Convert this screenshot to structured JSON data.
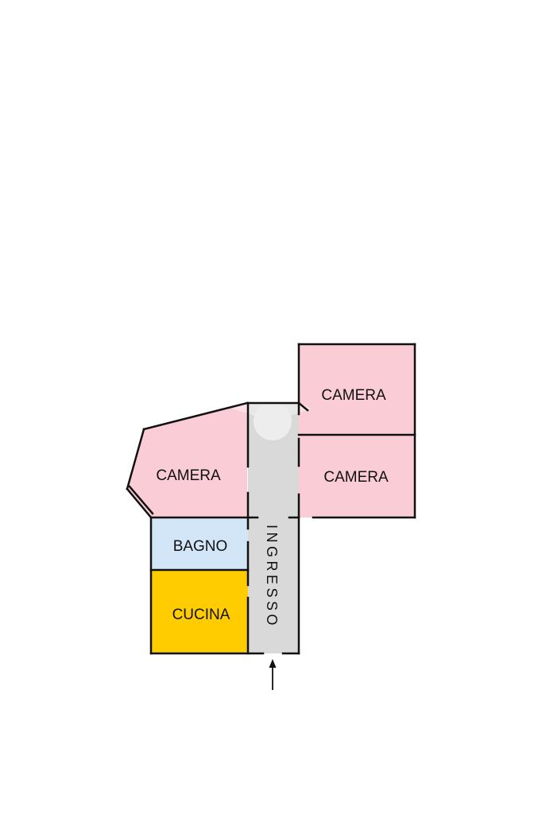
{
  "floorplan": {
    "rooms": [
      {
        "id": "camera-top-right",
        "label": "CAMERA",
        "color": "#F9CCD6"
      },
      {
        "id": "camera-mid-right",
        "label": "CAMERA",
        "color": "#F9CCD6"
      },
      {
        "id": "camera-left",
        "label": "CAMERA",
        "color": "#F9CCD6"
      },
      {
        "id": "bagno",
        "label": "BAGNO",
        "color": "#D3E6F7"
      },
      {
        "id": "cucina",
        "label": "CUCINA",
        "color": "#FFCC00"
      },
      {
        "id": "ingresso",
        "label": "INGRESSO",
        "color": "#D9D9D9"
      }
    ],
    "wall_color": "#111111",
    "entrance_arrow_icon": "arrow-up-icon"
  }
}
